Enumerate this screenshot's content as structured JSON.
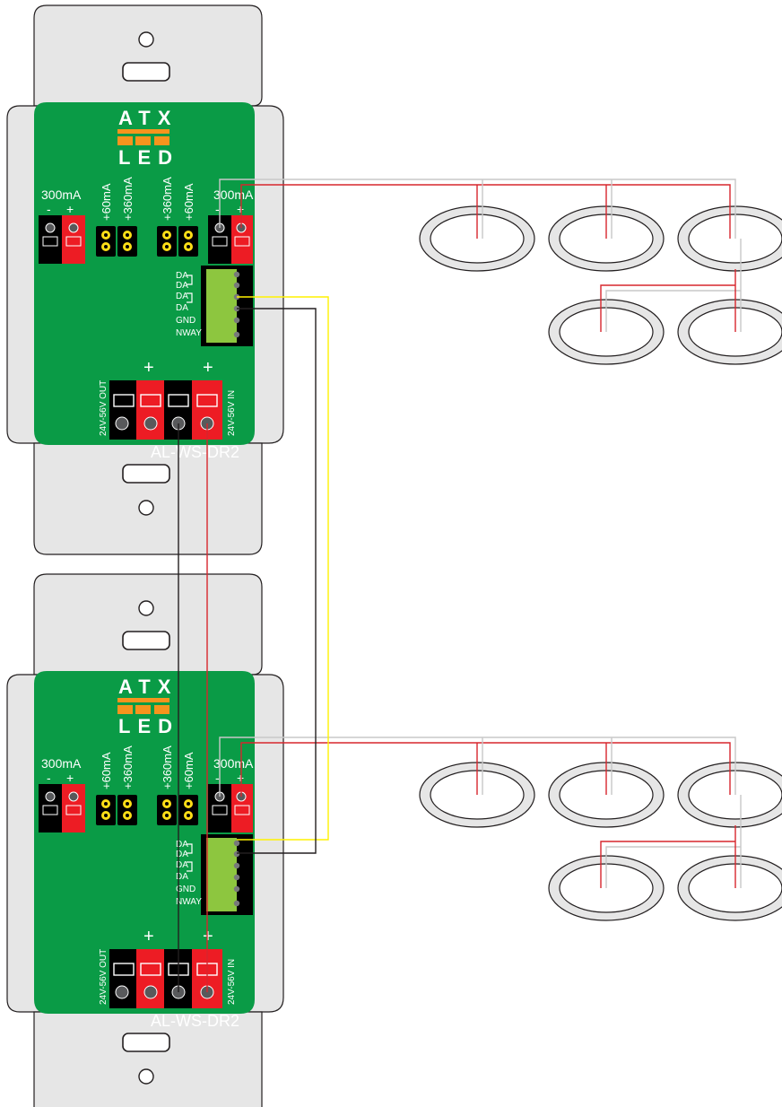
{
  "colors": {
    "wallplate": "#e6e6e6",
    "wallplate_stroke": "#231f20",
    "board": "#0a9b46",
    "logo_accent": "#f7941d",
    "terminal_red": "#ed1c24",
    "terminal_black": "#000000",
    "jumper_yellow": "#ffde17",
    "connector_green": "#8dc63f",
    "wire_red": "#d7262d",
    "wire_gray": "#c8c8c8",
    "wire_yellow": "#fff200",
    "wire_black": "#231f20"
  },
  "icons": {
    "mount_hole": "circle-outline",
    "mount_slot": "rounded-slot",
    "fixture": "downlight-ring"
  },
  "driver": {
    "logo_top": "ATX",
    "logo_bottom": "LED",
    "left_output": {
      "label": "300mA",
      "minus": "-",
      "plus": "+"
    },
    "right_output": {
      "label": "300mA",
      "minus": "-",
      "plus": "+"
    },
    "jumper_labels": [
      "+60mA",
      "+360mA",
      "+360mA",
      "+60mA"
    ],
    "dali_pins": [
      "DA",
      "DA",
      "DA",
      "DA",
      "GND",
      "NWAY"
    ],
    "power_plus": "+",
    "power_out_label": "24V-56V OUT",
    "power_in_label": "24V-56V IN",
    "model": "AL-WS-DR2"
  },
  "drivers": [
    {
      "id": "driver-top"
    },
    {
      "id": "driver-bottom"
    }
  ],
  "fixtures_per_driver": 5
}
